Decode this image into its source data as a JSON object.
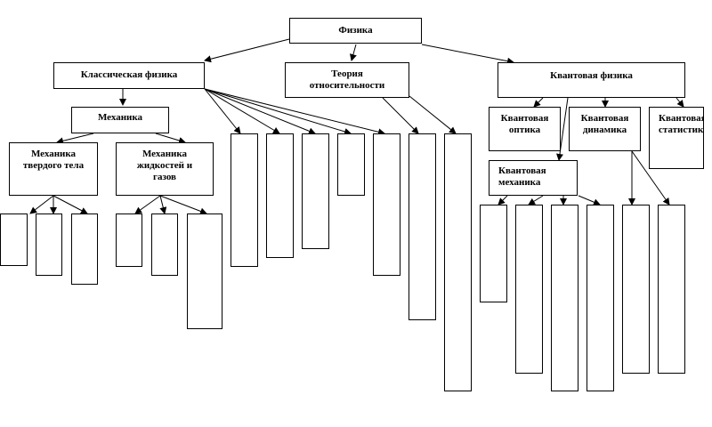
{
  "nodes": {
    "physics": "Физика",
    "classical": "Классическая физика",
    "relativity": "Теория\nотносительности",
    "quantum": "Квантовая физика",
    "mechanics": "Механика",
    "solid_mechanics": "Механика\nтвердого тела",
    "fluid_mechanics": "Механика\nжидкостей и\nгазов",
    "quantum_optics": "Квантовая\nоптика",
    "quantum_dynamics": "Квантовая\nдинамика",
    "quantum_statistics": "Квантовая\nстатистика",
    "quantum_mechanics": "Квантовая\nмеханика"
  }
}
